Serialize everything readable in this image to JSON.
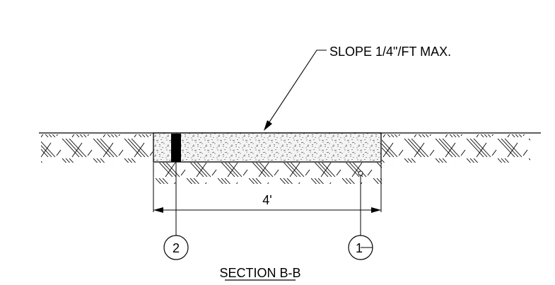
{
  "drawing": {
    "slope_note": "SLOPE 1/4\"/FT MAX.",
    "dimension": "4'",
    "section_title": "SECTION B-B",
    "callouts": [
      {
        "label": "2"
      },
      {
        "label": "1"
      }
    ]
  },
  "colors": {
    "line": "#000000",
    "background": "#ffffff",
    "concrete_fill": "#f4f4f4"
  }
}
